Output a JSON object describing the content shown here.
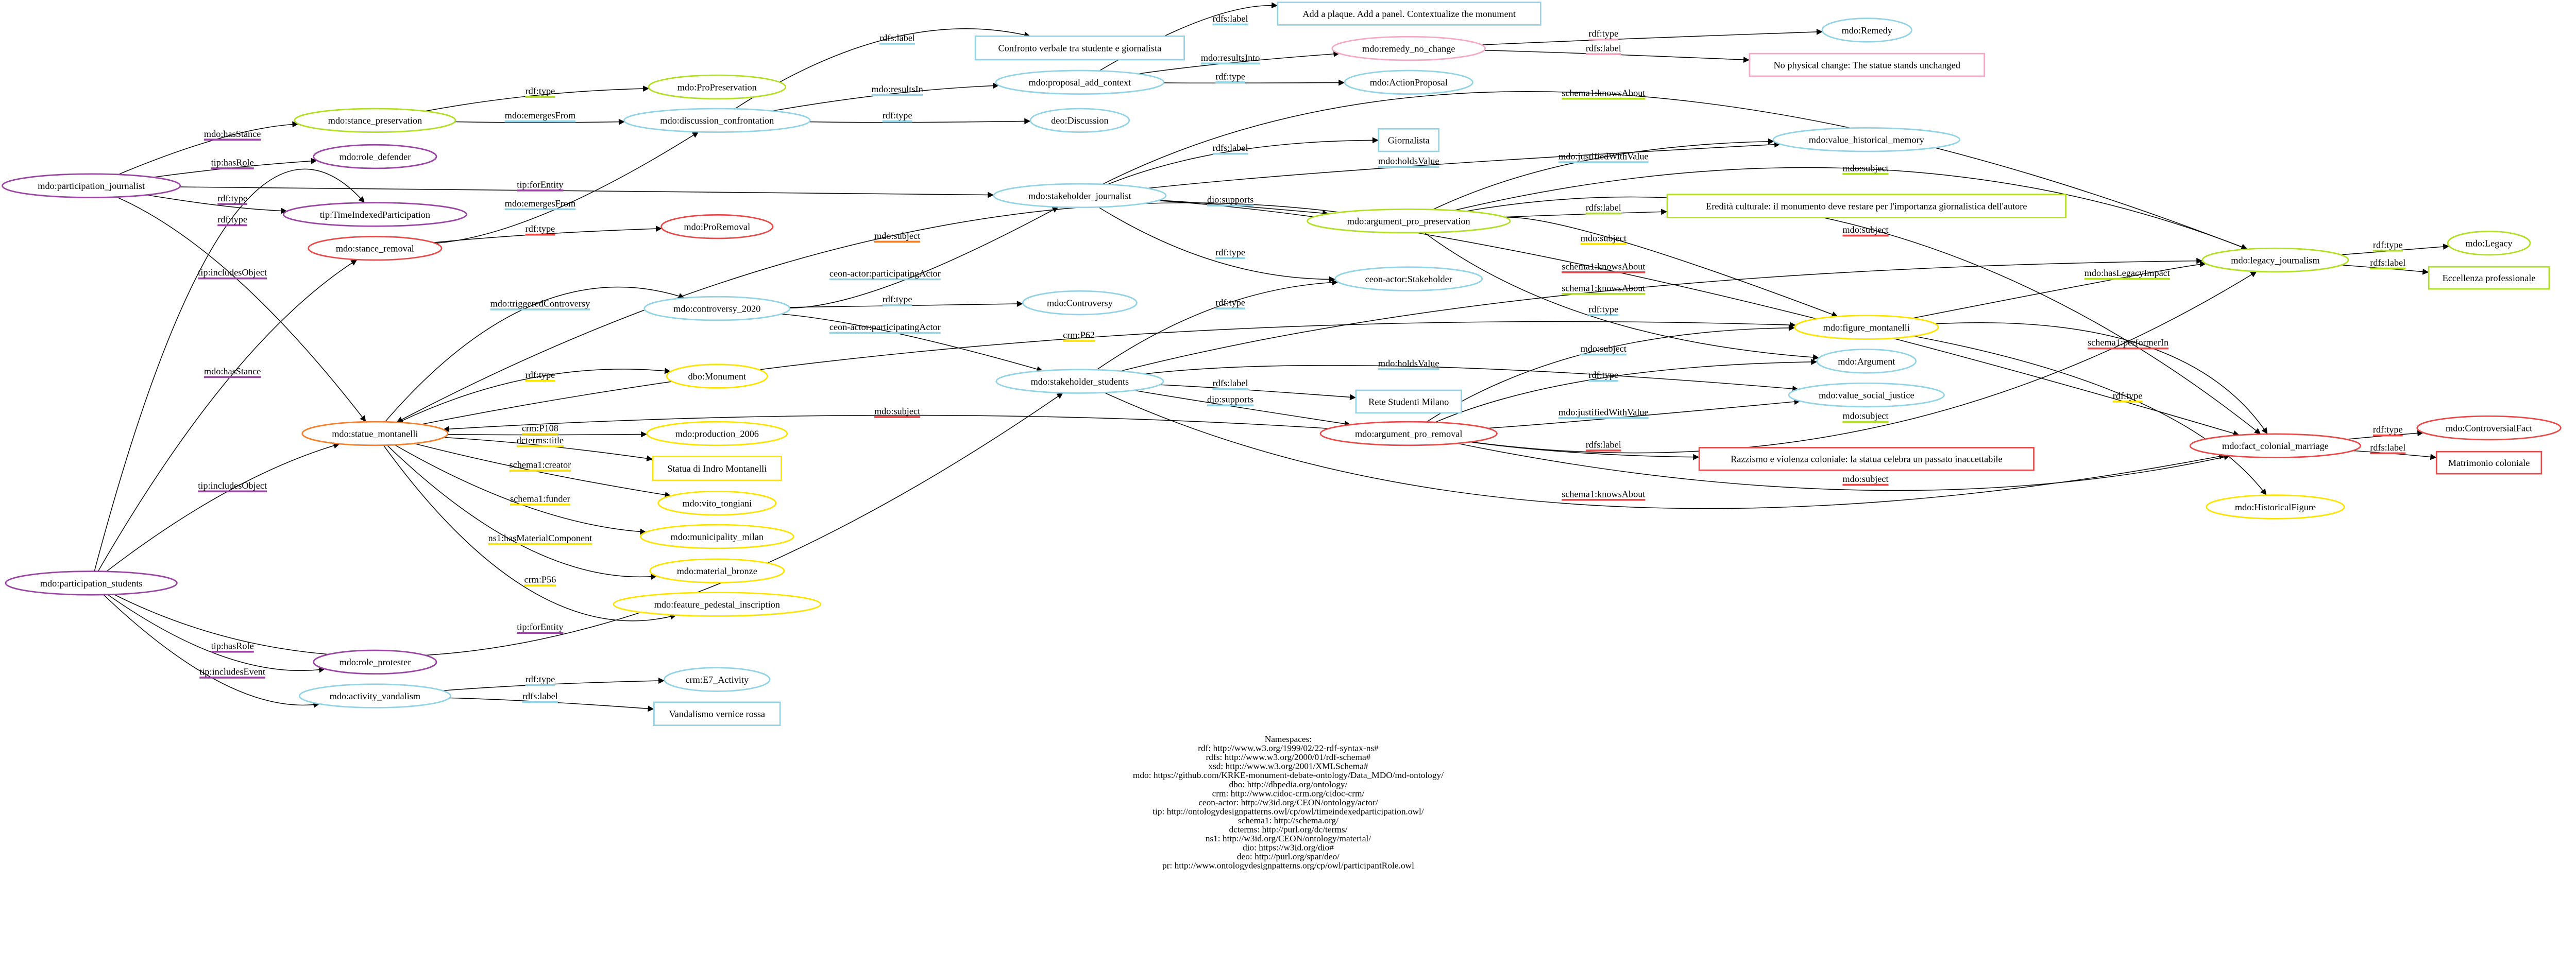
{
  "colors": {
    "blue": "#93d3e6",
    "green": "#b0e021",
    "purple": "#9a44a3",
    "red": "#e84a4a",
    "orange": "#f57f2b",
    "yellow": "#fde400",
    "pink": "#f6a8c4"
  },
  "nodes": [
    {
      "id": "pj",
      "label": "mdo:participation_journalist",
      "shape": "ellipse",
      "color": "purple"
    },
    {
      "id": "ps",
      "label": "mdo:participation_students",
      "shape": "ellipse",
      "color": "purple"
    },
    {
      "id": "stance_pres",
      "label": "mdo:stance_preservation",
      "shape": "ellipse",
      "color": "green"
    },
    {
      "id": "role_defender",
      "label": "mdo:role_defender",
      "shape": "ellipse",
      "color": "purple"
    },
    {
      "id": "tip_class",
      "label": "tip:TimeIndexedParticipation",
      "shape": "ellipse",
      "color": "purple"
    },
    {
      "id": "stance_rem",
      "label": "mdo:stance_removal",
      "shape": "ellipse",
      "color": "red"
    },
    {
      "id": "statue",
      "label": "mdo:statue_montanelli",
      "shape": "ellipse",
      "color": "orange"
    },
    {
      "id": "role_protester",
      "label": "mdo:role_protester",
      "shape": "ellipse",
      "color": "purple"
    },
    {
      "id": "vandalism",
      "label": "mdo:activity_vandalism",
      "shape": "ellipse",
      "color": "blue"
    },
    {
      "id": "pro_pres_class",
      "label": "mdo:ProPreservation",
      "shape": "ellipse",
      "color": "green"
    },
    {
      "id": "discussion",
      "label": "mdo:discussion_confrontation",
      "shape": "ellipse",
      "color": "blue"
    },
    {
      "id": "pro_rem_class",
      "label": "mdo:ProRemoval",
      "shape": "ellipse",
      "color": "red"
    },
    {
      "id": "controversy",
      "label": "mdo:controversy_2020",
      "shape": "ellipse",
      "color": "blue"
    },
    {
      "id": "monument",
      "label": "dbo:Monument",
      "shape": "ellipse",
      "color": "yellow"
    },
    {
      "id": "production",
      "label": "mdo:production_2006",
      "shape": "ellipse",
      "color": "yellow"
    },
    {
      "id": "statua",
      "label": "Statua di Indro Montanelli",
      "shape": "box",
      "color": "yellow"
    },
    {
      "id": "vito",
      "label": "mdo:vito_tongiani",
      "shape": "ellipse",
      "color": "yellow"
    },
    {
      "id": "municipality",
      "label": "mdo:municipality_milan",
      "shape": "ellipse",
      "color": "yellow"
    },
    {
      "id": "bronze",
      "label": "mdo:material_bronze",
      "shape": "ellipse",
      "color": "yellow"
    },
    {
      "id": "pedestal",
      "label": "mdo:feature_pedestal_inscription",
      "shape": "ellipse",
      "color": "yellow"
    },
    {
      "id": "e7",
      "label": "crm:E7_Activity",
      "shape": "ellipse",
      "color": "blue"
    },
    {
      "id": "vandalismo",
      "label": "Vandalismo vernice rossa",
      "shape": "box",
      "color": "blue"
    },
    {
      "id": "confronto",
      "label": "Confronto verbale tra studente e giornalista",
      "shape": "box",
      "color": "blue"
    },
    {
      "id": "proposal",
      "label": "mdo:proposal_add_context",
      "shape": "ellipse",
      "color": "blue"
    },
    {
      "id": "discussion_class",
      "label": "deo:Discussion",
      "shape": "ellipse",
      "color": "blue"
    },
    {
      "id": "sh_journalist",
      "label": "mdo:stakeholder_journalist",
      "shape": "ellipse",
      "color": "blue"
    },
    {
      "id": "controversy_class",
      "label": "mdo:Controversy",
      "shape": "ellipse",
      "color": "blue"
    },
    {
      "id": "sh_students",
      "label": "mdo:stakeholder_students",
      "shape": "ellipse",
      "color": "blue"
    },
    {
      "id": "plaque",
      "label": "Add a plaque. Add a panel. Contextualize the monument",
      "shape": "box",
      "color": "blue"
    },
    {
      "id": "remedy",
      "label": "mdo:remedy_no_change",
      "shape": "ellipse",
      "color": "pink"
    },
    {
      "id": "action_proposal",
      "label": "mdo:ActionProposal",
      "shape": "ellipse",
      "color": "blue"
    },
    {
      "id": "giornalista",
      "label": "Giornalista",
      "shape": "box",
      "color": "blue"
    },
    {
      "id": "arg_pres",
      "label": "mdo:argument_pro_preservation",
      "shape": "ellipse",
      "color": "green"
    },
    {
      "id": "stakeholder_class",
      "label": "ceon-actor:Stakeholder",
      "shape": "ellipse",
      "color": "blue"
    },
    {
      "id": "rete",
      "label": "Rete Studenti Milano",
      "shape": "box",
      "color": "blue"
    },
    {
      "id": "arg_rem",
      "label": "mdo:argument_pro_removal",
      "shape": "ellipse",
      "color": "red"
    },
    {
      "id": "remedy_class",
      "label": "mdo:Remedy",
      "shape": "ellipse",
      "color": "blue"
    },
    {
      "id": "no_change",
      "label": "No physical change: The statue stands unchanged",
      "shape": "box",
      "color": "pink"
    },
    {
      "id": "value_hist",
      "label": "mdo:value_historical_memory",
      "shape": "ellipse",
      "color": "blue"
    },
    {
      "id": "eredita",
      "label": "Eredità culturale: il monumento deve restare per l'importanza giornalistica dell'autore",
      "shape": "box",
      "color": "green"
    },
    {
      "id": "figure",
      "label": "mdo:figure_montanelli",
      "shape": "ellipse",
      "color": "yellow"
    },
    {
      "id": "argument_class",
      "label": "mdo:Argument",
      "shape": "ellipse",
      "color": "blue"
    },
    {
      "id": "value_social",
      "label": "mdo:value_social_justice",
      "shape": "ellipse",
      "color": "blue"
    },
    {
      "id": "razzismo",
      "label": "Razzismo e violenza coloniale: la statua celebra un passato inaccettabile",
      "shape": "box",
      "color": "red"
    },
    {
      "id": "legacy",
      "label": "mdo:legacy_journalism",
      "shape": "ellipse",
      "color": "green"
    },
    {
      "id": "fact",
      "label": "mdo:fact_colonial_marriage",
      "shape": "ellipse",
      "color": "red"
    },
    {
      "id": "historical_class",
      "label": "mdo:HistoricalFigure",
      "shape": "ellipse",
      "color": "yellow"
    },
    {
      "id": "legacy_class",
      "label": "mdo:Legacy",
      "shape": "ellipse",
      "color": "green"
    },
    {
      "id": "eccellenza",
      "label": "Eccellenza professionale",
      "shape": "box",
      "color": "green"
    },
    {
      "id": "controversial_class",
      "label": "mdo:ControversialFact",
      "shape": "ellipse",
      "color": "red"
    },
    {
      "id": "matrimonio",
      "label": "Matrimonio coloniale",
      "shape": "box",
      "color": "red"
    }
  ],
  "edges": [
    {
      "from": "pj",
      "to": "stance_pres",
      "label": "mdo:hasStance",
      "color": "purple"
    },
    {
      "from": "pj",
      "to": "role_defender",
      "label": "tip:hasRole",
      "color": "purple"
    },
    {
      "from": "pj",
      "to": "tip_class",
      "label": "rdf:type",
      "color": "purple"
    },
    {
      "from": "pj",
      "to": "sh_journalist",
      "label": "tip:forEntity",
      "color": "purple"
    },
    {
      "from": "pj",
      "to": "statue",
      "label": "tip:includesObject",
      "color": "purple"
    },
    {
      "from": "stance_pres",
      "to": "pro_pres_class",
      "label": "rdf:type",
      "color": "green"
    },
    {
      "from": "stance_pres",
      "to": "discussion",
      "label": "mdo:emergesFrom",
      "color": "blue"
    },
    {
      "from": "stance_rem",
      "to": "pro_rem_class",
      "label": "rdf:type",
      "color": "red"
    },
    {
      "from": "stance_rem",
      "to": "discussion",
      "label": "mdo:emergesFrom",
      "color": "blue"
    },
    {
      "from": "ps",
      "to": "tip_class",
      "label": "rdf:type",
      "color": "purple"
    },
    {
      "from": "ps",
      "to": "stance_rem",
      "label": "mdo:hasStance",
      "color": "purple"
    },
    {
      "from": "arg_pres",
      "to": "statue",
      "label": "mdo:subject",
      "color": "orange"
    },
    {
      "from": "statue",
      "to": "controversy",
      "label": "mdo:triggeredControversy",
      "color": "blue"
    },
    {
      "from": "controversy",
      "to": "sh_journalist",
      "label": "ceon-actor:participatingActor",
      "color": "blue"
    },
    {
      "from": "controversy",
      "to": "controversy_class",
      "label": "rdf:type",
      "color": "blue"
    },
    {
      "from": "controversy",
      "to": "sh_students",
      "label": "ceon-actor:participatingActor",
      "color": "blue"
    },
    {
      "from": "statue",
      "to": "figure",
      "label": "crm:P62",
      "color": "yellow"
    },
    {
      "from": "statue",
      "to": "monument",
      "label": "rdf:type",
      "color": "yellow"
    },
    {
      "from": "arg_rem",
      "to": "statue",
      "label": "mdo:subject",
      "color": "red"
    },
    {
      "from": "statue",
      "to": "production",
      "label": "crm:P108",
      "color": "yellow"
    },
    {
      "from": "statue",
      "to": "statua",
      "label": "dcterms:title",
      "color": "yellow"
    },
    {
      "from": "statue",
      "to": "vito",
      "label": "schema1:creator",
      "color": "yellow"
    },
    {
      "from": "statue",
      "to": "municipality",
      "label": "schema1:funder",
      "color": "yellow"
    },
    {
      "from": "statue",
      "to": "bronze",
      "label": "ns1:hasMaterialComponent",
      "color": "yellow"
    },
    {
      "from": "statue",
      "to": "pedestal",
      "label": "crm:P56",
      "color": "yellow"
    },
    {
      "from": "ps",
      "to": "statue",
      "label": "tip:includesObject",
      "color": "purple"
    },
    {
      "from": "ps",
      "to": "sh_students",
      "label": "tip:forEntity",
      "color": "purple"
    },
    {
      "from": "ps",
      "to": "role_protester",
      "label": "tip:hasRole",
      "color": "purple"
    },
    {
      "from": "ps",
      "to": "vandalism",
      "label": "tip:includesEvent",
      "color": "purple"
    },
    {
      "from": "vandalism",
      "to": "e7",
      "label": "rdf:type",
      "color": "blue"
    },
    {
      "from": "vandalism",
      "to": "vandalismo",
      "label": "rdfs:label",
      "color": "blue"
    },
    {
      "from": "discussion",
      "to": "confronto",
      "label": "rdfs:label",
      "color": "blue"
    },
    {
      "from": "discussion",
      "to": "proposal",
      "label": "mdo:resultsIn",
      "color": "blue"
    },
    {
      "from": "discussion",
      "to": "discussion_class",
      "label": "rdf:type",
      "color": "blue"
    },
    {
      "from": "proposal",
      "to": "plaque",
      "label": "rdfs:label",
      "color": "blue"
    },
    {
      "from": "proposal",
      "to": "remedy",
      "label": "mdo:resultsInto",
      "color": "blue"
    },
    {
      "from": "proposal",
      "to": "action_proposal",
      "label": "rdf:type",
      "color": "blue"
    },
    {
      "from": "remedy",
      "to": "remedy_class",
      "label": "rdf:type",
      "color": "pink"
    },
    {
      "from": "remedy",
      "to": "no_change",
      "label": "rdfs:label",
      "color": "pink"
    },
    {
      "from": "sh_journalist",
      "to": "legacy",
      "label": "schema1:knowsAbout",
      "color": "green"
    },
    {
      "from": "sh_journalist",
      "to": "giornalista",
      "label": "rdfs:label",
      "color": "blue"
    },
    {
      "from": "sh_journalist",
      "to": "value_hist",
      "label": "mdo:holdsValue",
      "color": "blue"
    },
    {
      "from": "arg_pres",
      "to": "value_hist",
      "label": "mdo:justifiedWithValue",
      "color": "blue"
    },
    {
      "from": "arg_pres",
      "to": "legacy",
      "label": "mdo:subject",
      "color": "green"
    },
    {
      "from": "sh_journalist",
      "to": "arg_pres",
      "label": "dio:supports",
      "color": "blue"
    },
    {
      "from": "arg_pres",
      "to": "eredita",
      "label": "rdfs:label",
      "color": "green"
    },
    {
      "from": "arg_pres",
      "to": "fact",
      "label": "mdo:subject",
      "color": "red"
    },
    {
      "from": "arg_pres",
      "to": "figure",
      "label": "mdo:subject",
      "color": "yellow"
    },
    {
      "from": "sh_journalist",
      "to": "fact",
      "label": "schema1:knowsAbout",
      "color": "red"
    },
    {
      "from": "sh_students",
      "to": "legacy",
      "label": "schema1:knowsAbout",
      "color": "green"
    },
    {
      "from": "sh_journalist",
      "to": "stakeholder_class",
      "label": "rdf:type",
      "color": "blue"
    },
    {
      "from": "sh_students",
      "to": "stakeholder_class",
      "label": "rdf:type",
      "color": "blue"
    },
    {
      "from": "arg_pres",
      "to": "argument_class",
      "label": "rdf:type",
      "color": "blue"
    },
    {
      "from": "arg_rem",
      "to": "figure",
      "label": "mdo:subject",
      "color": "blue"
    },
    {
      "from": "sh_students",
      "to": "value_social",
      "label": "mdo:holdsValue",
      "color": "blue"
    },
    {
      "from": "arg_rem",
      "to": "argument_class",
      "label": "rdf:type",
      "color": "blue"
    },
    {
      "from": "sh_students",
      "to": "rete",
      "label": "rdfs:label",
      "color": "blue"
    },
    {
      "from": "sh_students",
      "to": "arg_rem",
      "label": "dio:supports",
      "color": "blue"
    },
    {
      "from": "arg_rem",
      "to": "value_social",
      "label": "mdo:justifiedWithValue",
      "color": "blue"
    },
    {
      "from": "arg_rem",
      "to": "legacy",
      "label": "mdo:subject",
      "color": "green"
    },
    {
      "from": "arg_rem",
      "to": "razzismo",
      "label": "rdfs:label",
      "color": "red"
    },
    {
      "from": "arg_rem",
      "to": "fact",
      "label": "mdo:subject",
      "color": "red"
    },
    {
      "from": "sh_students",
      "to": "fact",
      "label": "schema1:knowsAbout",
      "color": "red"
    },
    {
      "from": "figure",
      "to": "legacy",
      "label": "mdo:hasLegacyImpact",
      "color": "green"
    },
    {
      "from": "figure",
      "to": "fact",
      "label": "schema1:performerIn",
      "color": "red"
    },
    {
      "from": "figure",
      "to": "historical_class",
      "label": "rdf:type",
      "color": "yellow"
    },
    {
      "from": "legacy",
      "to": "legacy_class",
      "label": "rdf:type",
      "color": "green"
    },
    {
      "from": "legacy",
      "to": "eccellenza",
      "label": "rdfs:label",
      "color": "green"
    },
    {
      "from": "fact",
      "to": "controversial_class",
      "label": "rdf:type",
      "color": "red"
    },
    {
      "from": "fact",
      "to": "matrimonio",
      "label": "rdfs:label",
      "color": "red"
    }
  ],
  "namespaces": {
    "title": "Namespaces:",
    "lines": [
      "rdf: http://www.w3.org/1999/02/22-rdf-syntax-ns#",
      "rdfs: http://www.w3.org/2000/01/rdf-schema#",
      "xsd: http://www.w3.org/2001/XMLSchema#",
      "mdo: https://github.com/KRKE-monument-debate-ontology/Data_MDO/md-ontology/",
      "dbo: http://dbpedia.org/ontology/",
      "crm: http://www.cidoc-crm.org/cidoc-crm/",
      "ceon-actor: http://w3id.org/CEON/ontology/actor/",
      "tip: http://ontologydesignpatterns.owl/cp/owl/timeindexedparticipation.owl/",
      "schema1: http://schema.org/",
      "dcterms: http://purl.org/dc/terms/",
      "ns1: http://w3id.org/CEON/ontology/material/",
      "dio: https://w3id.org/dio#",
      "deo: http://purl.org/spar/deo/",
      "pr: http://www.ontologydesignpatterns.org/cp/owl/participantRole.owl"
    ]
  }
}
